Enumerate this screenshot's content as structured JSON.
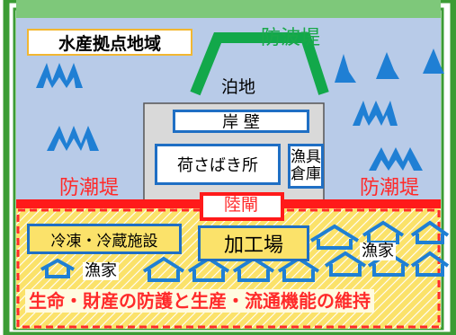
{
  "title": "水産拠点地域",
  "breakwater_label": "防波堤",
  "anchorage_label": "泊地",
  "quay_label": "岸 壁",
  "market_label": "荷さばき所",
  "gear_store_label": "漁具\n倉庫",
  "seawall_left_label": "防潮堤",
  "seawall_right_label": "防潮堤",
  "land_gate_label": "陸閘",
  "cold_storage_label": "冷凍・冷蔵施設",
  "processing_label": "加工場",
  "fisher_house_label_1": "漁家",
  "fisher_house_label_2": "漁家",
  "bottom_caption": "生命・財産の防護と生産・流通機能の維持",
  "colors": {
    "sea": "#b8cbe8",
    "land": "#fbdc4a",
    "seawall": "#ff1a1a",
    "breakwater": "#12a84a",
    "wave": "#1f7fd4",
    "border_green": "#3c9c35"
  }
}
